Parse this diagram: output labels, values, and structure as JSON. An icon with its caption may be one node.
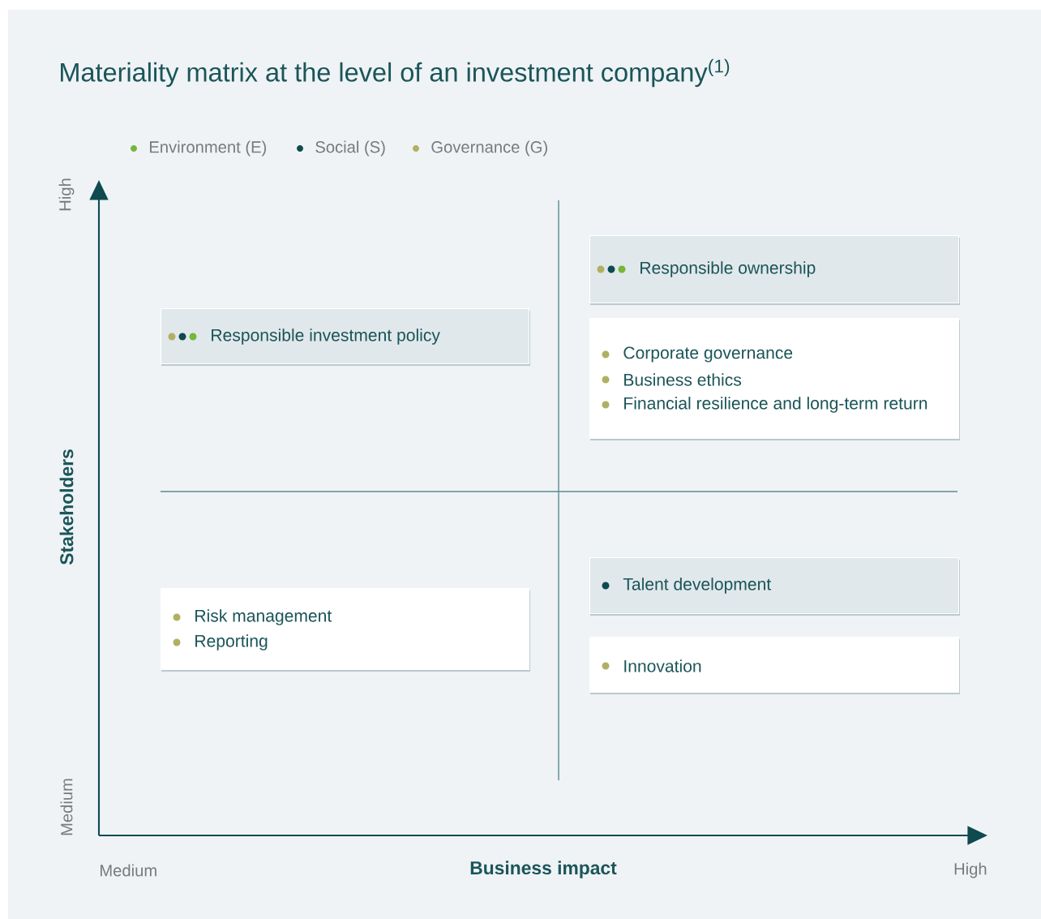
{
  "diagram": {
    "title": "Materiality matrix at the level of an investment company$^{(1)}$",
    "nodes": [
      {
        "text": [
          "Responsible investment policy"
        ]
      },
      {
        "text": [
          "Responsible ownership"
        ]
      },
      {
        "text": [
          "Corporate governance",
          "Business ethics",
          "Financial resilience and long-term return"
        ]
      },
      {
        "text": [
          "Risk management",
          "Reporting"
        ]
      },
      {
        "text": [
          "Talent development"
        ]
      },
      {
        "text": [
          "Innovation"
        ]
      }
    ],
    "labels": [
      "High",
      "Stakeholders",
      "Medium",
      "Medium",
      "Business impact",
      "High"
    ],
    "legend": [
      {
        "text": "Environment (E)",
        "color": "#76b638"
      },
      {
        "text": "Social (S)",
        "color": "#0e4a50"
      },
      {
        "text": "Governance (G)",
        "color": "#b1b062"
      }
    ]
  }
}
